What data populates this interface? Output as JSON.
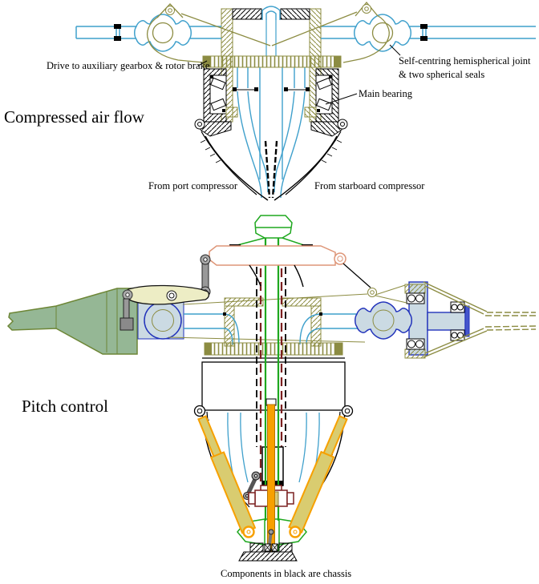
{
  "top": {
    "title": "Compressed air flow",
    "labels": {
      "drive": "Drive to auxiliary gearbox & rotor brake",
      "joint1": "Self-centring hemispherical joint",
      "joint2": "& two spherical seals",
      "main_bearing": "Main bearing",
      "port": "From port compressor",
      "starboard": "From starboard compressor"
    }
  },
  "bottom": {
    "title": "Pitch control",
    "note": "Components in black are chassis"
  },
  "palette": {
    "duct_blue": "#3FA0CC",
    "structure_olive": "#8C8C42",
    "pale_blue_fill": "#CBDAE3",
    "joint_blue": "#2233BB",
    "blade_green": "#95B795",
    "lever_cream": "#EDEDC5",
    "rocker_salmon": "#DE9678",
    "spider_green": "#1FA81F",
    "seal_dark_red": "#7B2020",
    "actuator_orange": "#F7A000",
    "actuator_yellow": "#D9CC70",
    "link_gray": "#999999",
    "chassis_black": "#000000"
  }
}
